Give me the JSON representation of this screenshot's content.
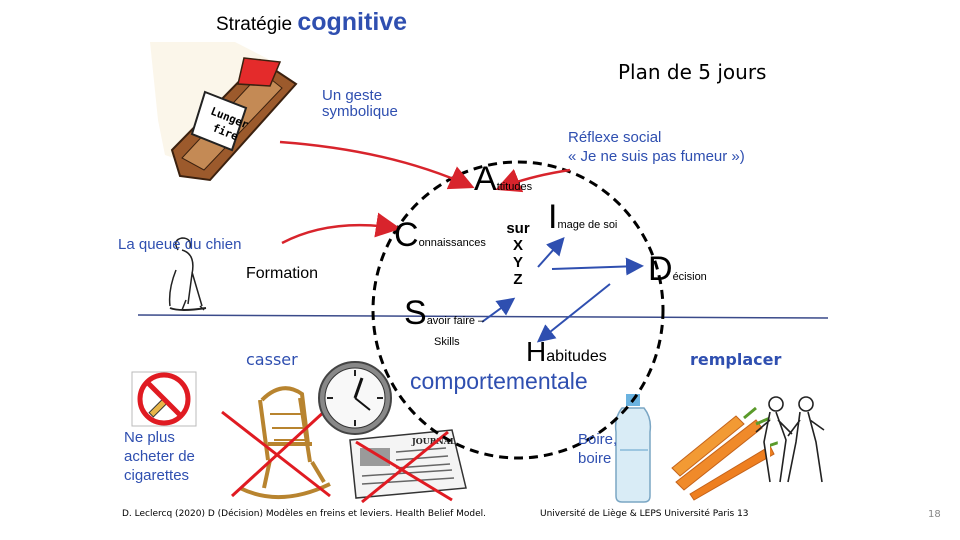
{
  "title": {
    "prefix": "Stratégie",
    "emphasis": "cognitive"
  },
  "plan": "Plan de 5 jours",
  "geste": {
    "line1": "Un geste",
    "line2": "symbolique"
  },
  "reflexe": {
    "line1": "Réflexe social",
    "line2": "« Je ne suis pas fumeur »)"
  },
  "queue": "La queue du chien",
  "formation": "Formation",
  "casser": "casser",
  "remplacer": "remplacer",
  "letters": {
    "a": {
      "cap": "A",
      "rest": "ttitudes"
    },
    "c": {
      "cap": "C",
      "rest": "onnaissances"
    },
    "s": {
      "cap": "S",
      "rest1": "avoir faire –",
      "rest2": "Skills"
    },
    "i": {
      "cap": "I",
      "rest": "mage de soi"
    },
    "d": {
      "cap": "D",
      "rest": "écision"
    },
    "h": {
      "cap": "H",
      "rest": "abitudes"
    }
  },
  "sur": {
    "word": "sur",
    "x": "X",
    "y": "Y",
    "z": "Z"
  },
  "comportementale": "comportementale",
  "neplus": {
    "line1": "Ne plus",
    "line2": "acheter de",
    "line3": "cigarettes"
  },
  "boire": {
    "line1": "Boire,",
    "line2": "boire"
  },
  "coffin_sign": {
    "line1": "Lunger",
    "line2": "fire"
  },
  "newspaper": "JOURNAL",
  "footer": {
    "ref": "D. Leclercq (2020) D (Décision) Modèles en freins et leviers. Health Belief Model.",
    "uni": "Université de Liège  &  LEPS Université Paris 13",
    "page": "18"
  },
  "colors": {
    "accent_blue": "#2f4fb0",
    "arrow_red": "#d8242c",
    "cross_red": "#e01b22"
  }
}
